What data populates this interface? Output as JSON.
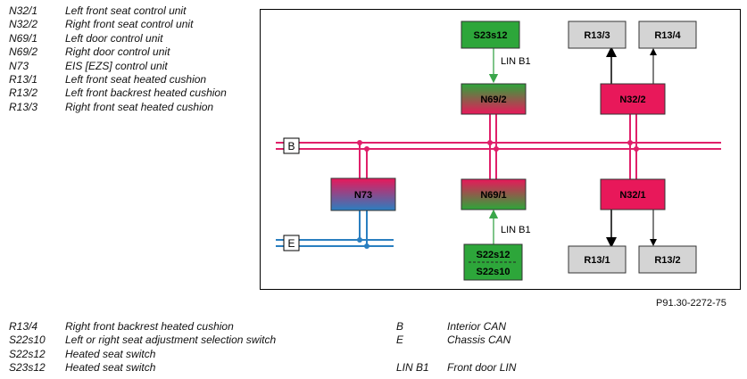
{
  "legend_top": [
    {
      "code": "N32/1",
      "desc": "Left front seat control unit"
    },
    {
      "code": "N32/2",
      "desc": "Right front seat control unit"
    },
    {
      "code": "N69/1",
      "desc": "Left door control unit"
    },
    {
      "code": "N69/2",
      "desc": "Right door control unit"
    },
    {
      "code": "N73",
      "desc": "EIS [EZS] control unit"
    },
    {
      "code": "R13/1",
      "desc": "Left front seat heated cushion"
    },
    {
      "code": "R13/2",
      "desc": "Left front backrest heated cushion"
    },
    {
      "code": "R13/3",
      "desc": "Right front seat heated cushion"
    }
  ],
  "legend_bottom_left": [
    {
      "code": "R13/4",
      "desc": "Right front backrest heated cushion"
    },
    {
      "code": "S22s10",
      "desc": "Left or right seat adjustment selection switch"
    },
    {
      "code": "S22s12",
      "desc": "Heated seat switch"
    },
    {
      "code": "S23s12",
      "desc": "Heated seat switch"
    }
  ],
  "legend_bottom_right": [
    {
      "code": "B",
      "desc": "Interior CAN"
    },
    {
      "code": "E",
      "desc": "Chassis CAN"
    },
    {
      "code": "",
      "desc": ""
    },
    {
      "code": "LIN B1",
      "desc": "Front door LIN"
    }
  ],
  "figure_ref": "P91.30-2272-75",
  "diagram": {
    "bus_b_label": "B",
    "bus_e_label": "E",
    "lin_top_label": "LIN B1",
    "lin_bottom_label": "LIN B1",
    "units": {
      "s23s12": "S23s12",
      "n69_2": "N69/2",
      "n69_1": "N69/1",
      "n73": "N73",
      "s22s12": "S22s12",
      "s22s10": "S22s10",
      "r13_3": "R13/3",
      "r13_4": "R13/4",
      "n32_2": "N32/2",
      "n32_1": "N32/1",
      "r13_1": "R13/1",
      "r13_2": "R13/2"
    }
  },
  "colors": {
    "can_b": "#e0206a",
    "can_e": "#2a7fc0",
    "switch_green": "#2da63a",
    "seat_unit_red": "#e8185a",
    "cushion_grey": "#d4d4d4",
    "lin_green": "#3aa64a"
  }
}
